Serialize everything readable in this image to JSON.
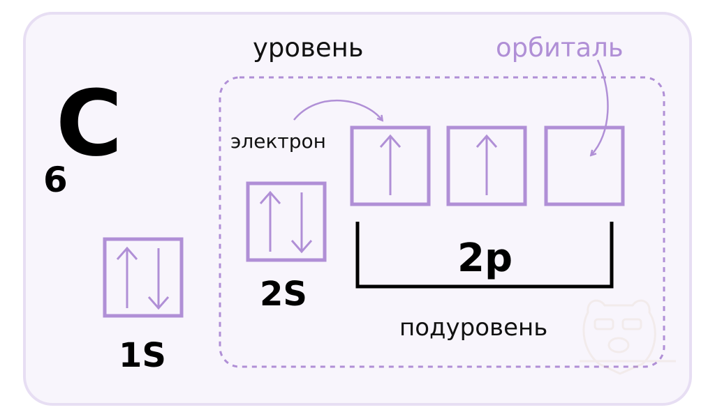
{
  "element": {
    "symbol": "C",
    "atomic_number": "6"
  },
  "labels": {
    "level": "уровень",
    "orbital": "орбиталь",
    "electron": "электрон",
    "sublevel": "подуровень"
  },
  "orbitals": [
    {
      "label": "1S",
      "electrons": [
        "up",
        "down"
      ]
    },
    {
      "label": "2S",
      "electrons": [
        "up",
        "down"
      ]
    },
    {
      "label": "2p",
      "cells": [
        [
          "up"
        ],
        [
          "up"
        ],
        []
      ]
    }
  ],
  "colors": {
    "accent": "#b08fd6",
    "card_border": "#e7def3",
    "card_bg": "#f8f5fc",
    "text": "#111111"
  }
}
